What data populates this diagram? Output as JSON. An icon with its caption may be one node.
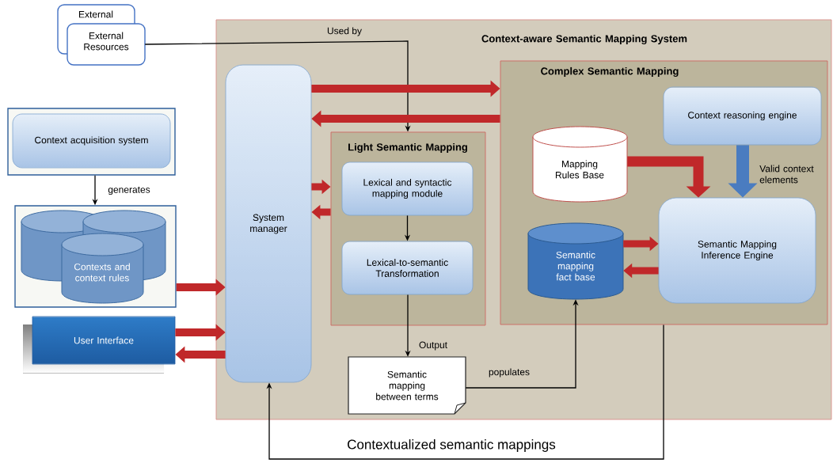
{
  "diagram": {
    "nodes": [
      {
        "text": [
          "Context-aware Semantic Mapping System"
        ]
      },
      {
        "text": [
          "External Resources"
        ]
      },
      {
        "text": [],
        "shape": "box"
      },
      {
        "text": [
          "Context acquisition system"
        ],
        "in": 2
      },
      {
        "text": [],
        "shape": "box"
      },
      {
        "text": [],
        "shape": "cylinder",
        "in": 4
      },
      {
        "text": [],
        "shape": "cylinder",
        "in": 4
      },
      {
        "text": [
          "Contexts and context rules"
        ],
        "in": 4
      },
      {
        "text": [
          "User Interface"
        ]
      },
      {
        "text": [
          "System manager"
        ],
        "in": 0
      },
      {
        "text": [
          "Light Semantic Mapping"
        ],
        "in": 0
      },
      {
        "text": [
          "Lexical and syntactic mapping module"
        ],
        "in": 10
      },
      {
        "text": [
          "Lexical-to-semantic Transformation"
        ],
        "in": 10
      },
      {
        "text": [
          "Complex Semantic Mapping"
        ],
        "in": 0
      },
      {
        "text": [
          "Context reasoning engine"
        ],
        "in": 13
      },
      {
        "text": [
          "Mapping Rules Base"
        ],
        "in": 13
      },
      {
        "text": [
          "Semantic mapping fact base"
        ],
        "in": 13
      },
      {
        "text": [
          "Semantic Mapping Inference Engine"
        ],
        "in": 13
      },
      {
        "text": [
          "Semantic mapping between terms"
        ],
        "in": 0
      }
    ],
    "edges": [
      {
        "from": 1,
        "to": 10,
        "arrow": "to",
        "label": "Used by",
        "color": "#000000"
      },
      {
        "from": 2,
        "to": 4,
        "arrow": "to",
        "label": "generates",
        "color": "#000000"
      },
      {
        "from": 4,
        "to": 9,
        "arrow": "to"
      },
      {
        "from": 8,
        "to": 9,
        "arrow": "to"
      },
      {
        "from": 9,
        "to": 8,
        "arrow": "to"
      },
      {
        "from": 9,
        "to": 13,
        "arrow": "to"
      },
      {
        "from": 13,
        "to": 9,
        "arrow": "to"
      },
      {
        "from": 9,
        "to": 10,
        "arrow": "to"
      },
      {
        "from": 10,
        "to": 9,
        "arrow": "to"
      },
      {
        "from": 11,
        "to": 12,
        "arrow": "to",
        "color": "#000000"
      },
      {
        "from": 12,
        "to": 18,
        "arrow": "to",
        "label": "Output",
        "color": "#000000"
      },
      {
        "from": 18,
        "to": 16,
        "arrow": "to",
        "label": "populates",
        "color": "#000000"
      },
      {
        "from": 15,
        "to": 17,
        "arrow": "to"
      },
      {
        "from": 14,
        "to": 17,
        "arrow": "to",
        "color": "#4a7cc0",
        "label": "Valid context elements"
      },
      {
        "from": 16,
        "to": 17,
        "arrow": "to"
      },
      {
        "from": 17,
        "to": 16,
        "arrow": "to"
      },
      {
        "from": 13,
        "to": 9,
        "arrow": "to",
        "label": "Contextualized semantic mappings",
        "color": "#000000"
      }
    ],
    "labels": [
      "External"
    ]
  }
}
